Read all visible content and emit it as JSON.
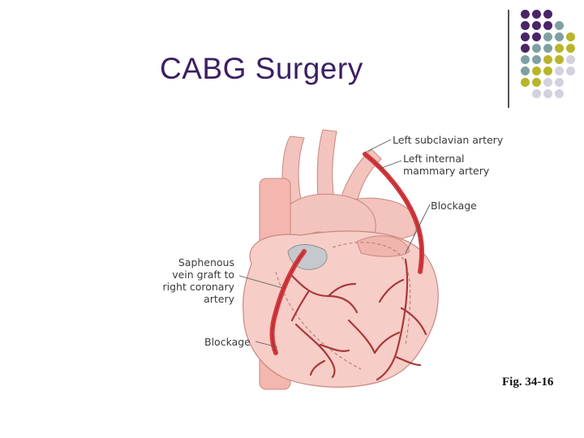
{
  "slide": {
    "title": "CABG Surgery",
    "caption": "Fig. 34-16"
  },
  "labels": {
    "left_subclavian": "Left subclavian artery",
    "left_internal_line1": "Left internal",
    "left_internal_line2": "mammary artery",
    "blockage_top": "Blockage",
    "saphenous_line1": "Saphenous",
    "saphenous_line2": "vein graft to",
    "saphenous_line3": "right coronary",
    "saphenous_line4": "artery",
    "blockage_bottom": "Blockage"
  },
  "colors": {
    "title": "#3b1f63",
    "dot_purple": "#4a2468",
    "dot_teal": "#7fa0a3",
    "dot_olive": "#b8b52a",
    "dot_lavender": "#d3d1e0",
    "heart": "#f3c3bd",
    "graft": "#d43a3f",
    "vessel": "#a8383a"
  }
}
